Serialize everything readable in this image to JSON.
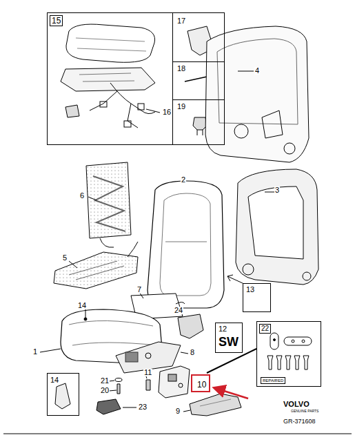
{
  "diagram": {
    "nodes": [
      {
        "text": [
          "15"
        ]
      },
      {
        "text": [
          "17"
        ]
      },
      {
        "text": [
          "18"
        ]
      },
      {
        "text": [
          "19"
        ]
      },
      {
        "text": [
          "13"
        ]
      },
      {
        "text": [
          "12",
          "SW"
        ]
      },
      {
        "text": [
          "22",
          "REPAIRED"
        ]
      },
      {
        "text": [
          "14"
        ]
      },
      {
        "text": [
          "10"
        ]
      }
    ],
    "labels": [
      "16",
      "4",
      "2",
      "3",
      "6",
      "5",
      "7",
      "14",
      "1",
      "24",
      "8",
      "21",
      "20",
      "11",
      "23",
      "9",
      "VOLVO",
      "GENUINE PARTS",
      "GR-371608"
    ]
  }
}
